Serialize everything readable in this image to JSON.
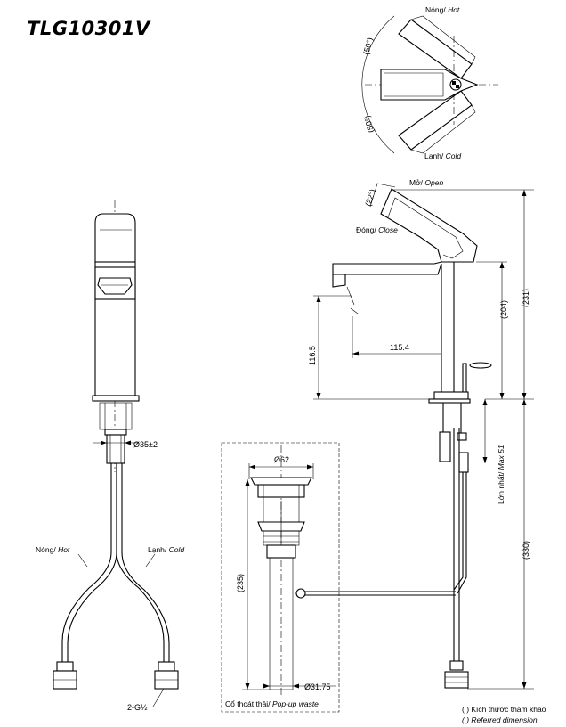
{
  "model": "TLG10301V",
  "top_view": {
    "hot_vi": "Nóng/",
    "hot_en": "Hot",
    "cold_vi": "Lạnh/",
    "cold_en": "Cold",
    "angle_hot": "(50°)",
    "angle_cold": "(50°)"
  },
  "side_view": {
    "open_vi": "Mở/",
    "open_en": "Open",
    "close_vi": "Đóng/",
    "close_en": "Close",
    "tilt_angle": "(22°)",
    "spout_reach": "115.4",
    "spout_height": "116.5",
    "height_204": "(204)",
    "height_231": "(231)",
    "length_330": "(330)",
    "max_vi": "Lớn nhất/",
    "max_en": "Max 51"
  },
  "front_view": {
    "mount_dia": "Ø35±2",
    "hot_vi": "Nóng/",
    "hot_en": "Hot",
    "cold_vi": "Lạnh/",
    "cold_en": "Cold",
    "connection": "2-G½"
  },
  "waste": {
    "top_dia": "Ø62",
    "length": "(235)",
    "pipe_dia": "Ø31.75",
    "caption_vi": "Cổ thoát thải/",
    "caption_en": "Pop-up waste"
  },
  "notes": {
    "ref_vi": "( ) Kích thước tham khảo",
    "ref_en": "( ) Referred dimension"
  }
}
